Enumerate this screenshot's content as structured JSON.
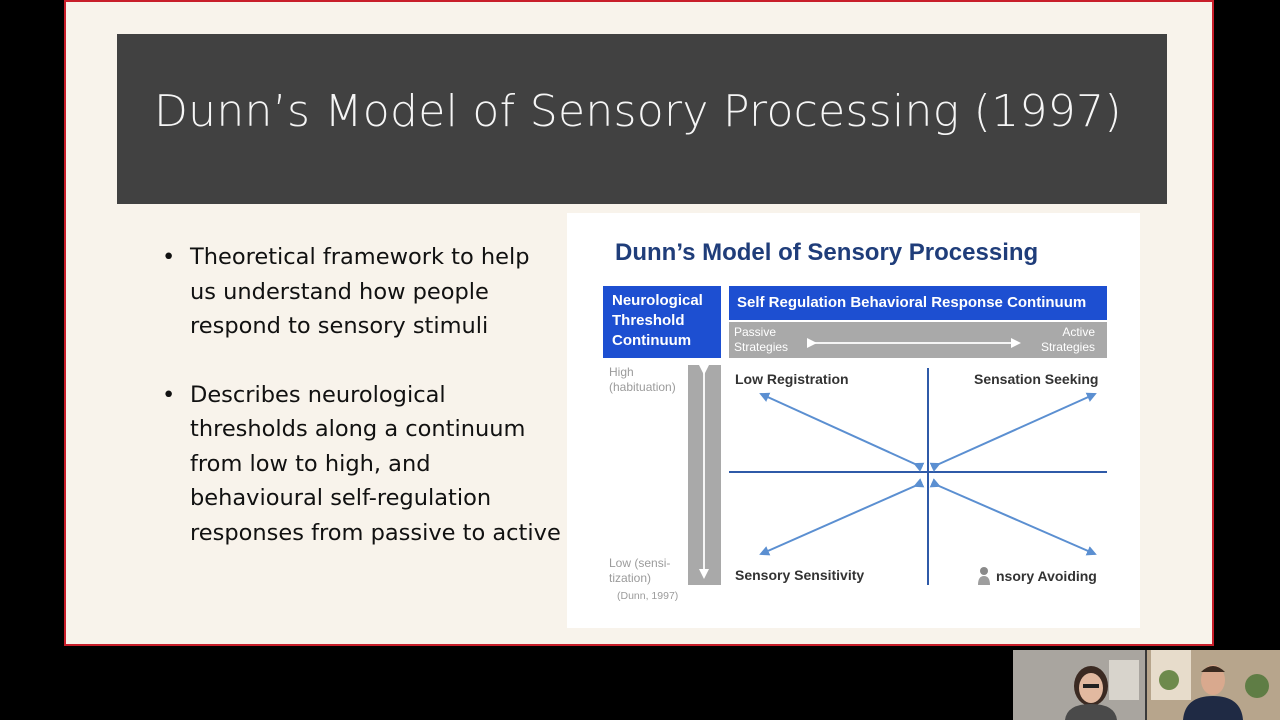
{
  "slide": {
    "title": "Dunn’s Model of Sensory Processing (1997)",
    "bullets": [
      "Theoretical framework to help us understand how people respond to sensory stimuli",
      "Describes neurological thresholds along a continuum from low to high, and behavioural self-regulation responses from passive to active"
    ]
  },
  "figure": {
    "title": "Dunn’s Model of Sensory Processing",
    "neuro_box": "Neurological Threshold Continuum",
    "self_box": "Self Regulation Behavioral Response Continuum",
    "passive": "Passive Strategies",
    "active": "Active Strategies",
    "high": "High (habituation)",
    "low": "Low (sensi- tization)",
    "citation": "(Dunn, 1997)",
    "quadrants": {
      "top_left": "Low Registration",
      "top_right": "Sensation Seeking",
      "bottom_left": "Sensory Sensitivity",
      "bottom_right": "nsory Avoiding"
    },
    "colors": {
      "blue_box": "#1d4fd1",
      "title": "#1f3d7a",
      "arrow": "#5b8fd1",
      "axis": "#2f5aa8",
      "gray": "#a9a9a9"
    }
  },
  "meeting": {
    "participants": [
      "participant-1",
      "participant-2"
    ]
  }
}
